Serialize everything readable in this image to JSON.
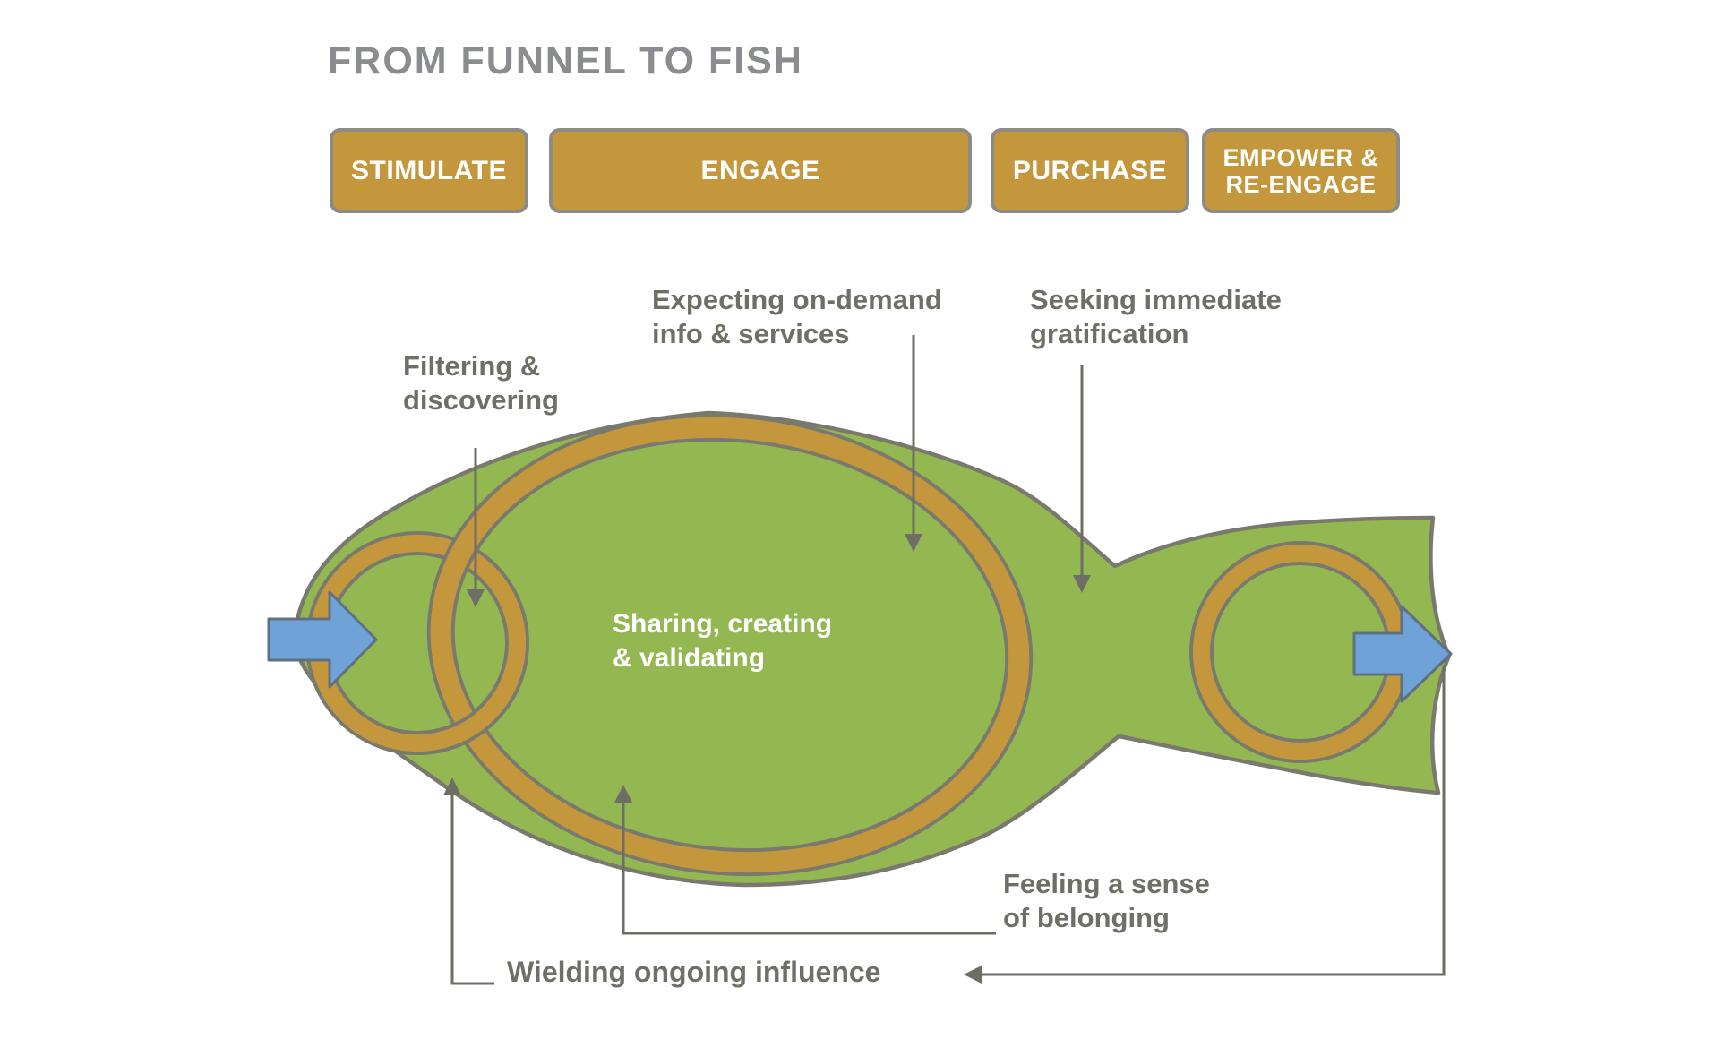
{
  "title": "FROM FUNNEL TO FISH",
  "stages": [
    {
      "label": "STIMULATE"
    },
    {
      "label": "ENGAGE"
    },
    {
      "label": "PURCHASE"
    },
    {
      "label": "EMPOWER &\nRE-ENGAGE"
    }
  ],
  "annotations": {
    "filtering": "Filtering &\ndiscovering",
    "expecting": "Expecting on-demand\ninfo & services",
    "seeking": "Seeking immediate\ngratification",
    "sharing": "Sharing, creating\n& validating",
    "feeling": "Feeling a sense\nof belonging",
    "wielding": "Wielding ongoing influence"
  },
  "colors": {
    "green": "#94B851",
    "gold": "#C5973C",
    "outline": "#7A796E",
    "line": "#6E6D66",
    "label": "#6F6E67",
    "title": "#8A8C8F",
    "blue": "#6FA2D6",
    "blue-outline": "#5F7082",
    "button-border": "#8C8B85",
    "button-text": "#FFFFFF"
  }
}
